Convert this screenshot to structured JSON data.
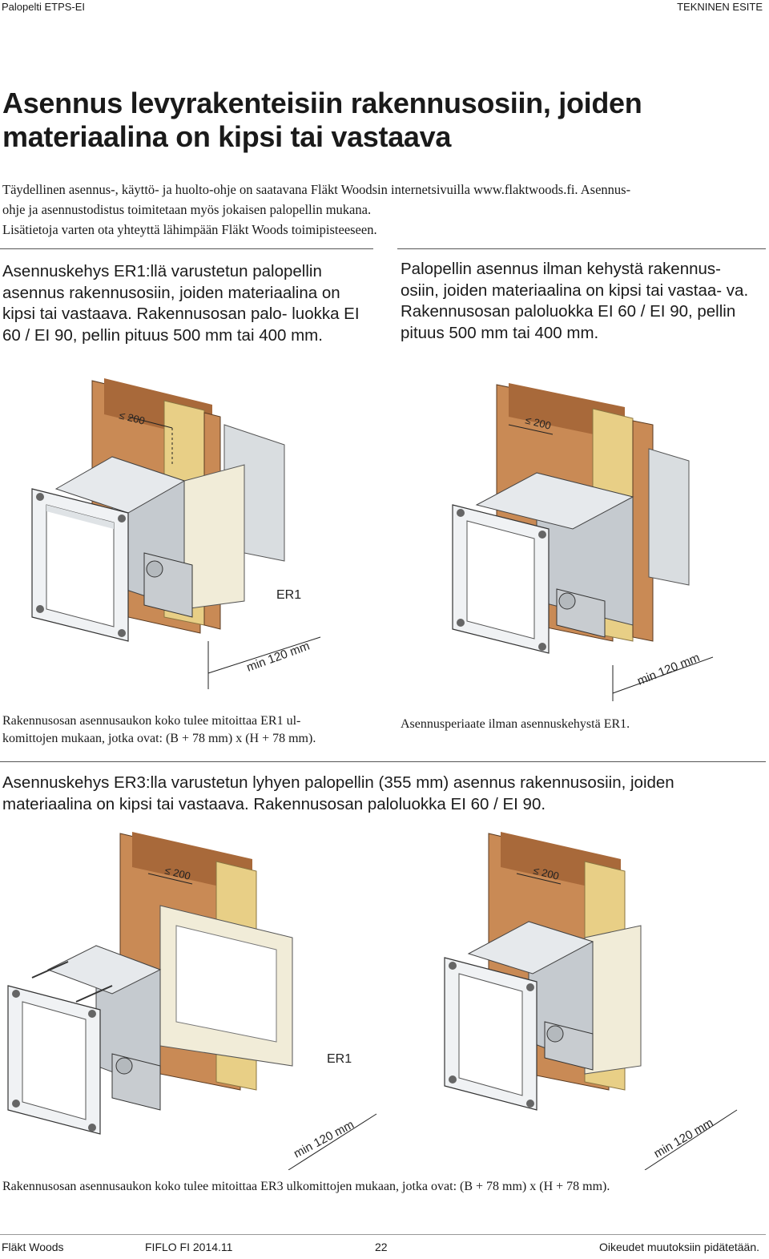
{
  "header": {
    "left": "Palopelti ETPS-EI",
    "right": "TEKNINEN ESITE"
  },
  "title": "Asennus levyrakenteisiin rakennusosiin, joiden materiaalina on kipsi tai vastaava",
  "intro": {
    "line1": "Täydellinen asennus-, käyttö- ja huolto-ohje on saatavana Fläkt Woodsin internetsivuilla www.flaktwoods.fi. Asennus-",
    "line2": "ohje ja asennustodistus toimitetaan myös jokaisen palopellin mukana.",
    "line3": "Lisätietoja varten ota yhteyttä lähimpään Fläkt Woods toimipisteeseen."
  },
  "sections": {
    "left": {
      "heading": "Asennuskehys ER1:llä varustetun palopellin asennus rakennusosiin, joiden materiaalina on kipsi tai vastaava. Rakennusosan palo- luokka EI 60 / EI 90, pellin pituus 500 mm tai 400 mm.",
      "caption": "Rakennusosan asennusaukon koko tulee mitoittaa ER1 ul- komittojen mukaan, jotka ovat: (B + 78 mm) x (H + 78 mm)."
    },
    "right": {
      "heading": "Palopellin asennus ilman kehystä rakennus- osiin, joiden materiaalina on kipsi tai vastaa- va. Rakennusosan paloluokka EI 60 / EI 90, pellin pituus 500 mm tai 400 mm.",
      "caption": "Asennusperiaate ilman asennuskehystä ER1."
    },
    "bottom": {
      "heading": "Asennuskehys ER3:lla varustetun lyhyen palopellin (355 mm) asennus rakennusosiin, joiden materiaalina on kipsi tai vastaava. Rakennusosan paloluokka EI 60 / EI 90.",
      "caption": "Rakennusosan asennusaukon koko tulee mitoittaa ER3 ulkomittojen mukaan, jotka ovat: (B + 78 mm) x (H + 78 mm)."
    }
  },
  "figures": {
    "dim_max": "≤ 200",
    "dim_min": "min 120 mm",
    "frame_label": "ER1"
  },
  "footer": {
    "company": "Fläkt Woods",
    "code": "FIFLO FI 2014.11",
    "page": "22",
    "rights": "Oikeudet muutoksiin pidätetään."
  },
  "colors": {
    "wood": "#c98a55",
    "wood_dark": "#a8693a",
    "insulation": "#e8cf86",
    "metal": "#d9dde0",
    "metal_dark": "#9fa5aa",
    "frame": "#f1ecd8"
  }
}
